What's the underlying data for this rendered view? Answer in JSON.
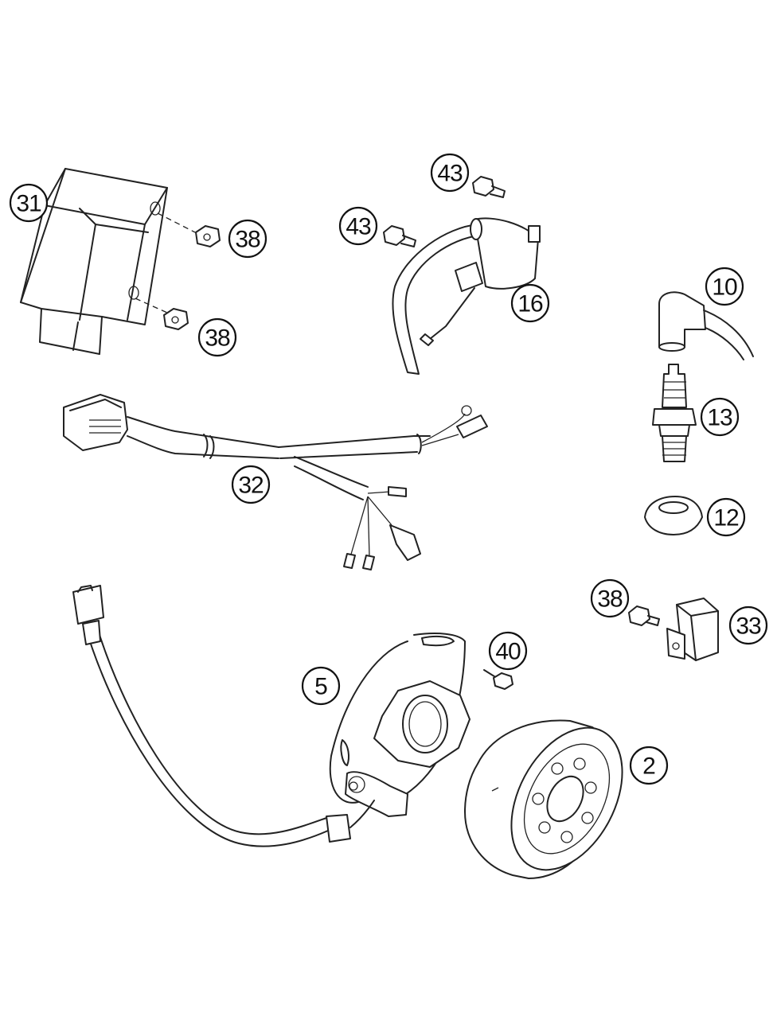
{
  "callouts": [
    {
      "id": "31",
      "part": "ignition-control-unit"
    },
    {
      "id": "38",
      "part": "ecu-screw-upper"
    },
    {
      "id": "38",
      "part": "ecu-screw-lower"
    },
    {
      "id": "43",
      "part": "coil-screw-upper"
    },
    {
      "id": "43",
      "part": "coil-screw-left"
    },
    {
      "id": "16",
      "part": "ignition-coil"
    },
    {
      "id": "10",
      "part": "spark-plug-cap"
    },
    {
      "id": "13",
      "part": "spark-plug"
    },
    {
      "id": "12",
      "part": "rubber-grommet"
    },
    {
      "id": "32",
      "part": "wiring-harness"
    },
    {
      "id": "38",
      "part": "relay-screw"
    },
    {
      "id": "33",
      "part": "relay"
    },
    {
      "id": "40",
      "part": "stator-screw"
    },
    {
      "id": "5",
      "part": "stator"
    },
    {
      "id": "2",
      "part": "rotor"
    }
  ]
}
